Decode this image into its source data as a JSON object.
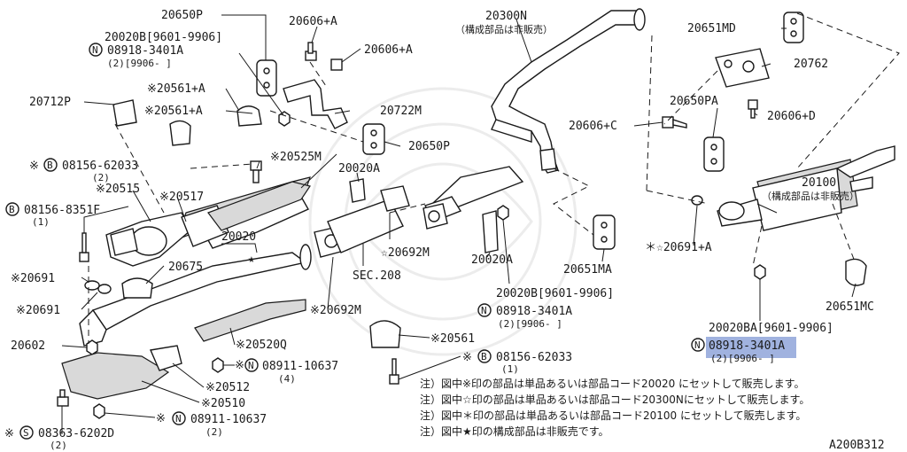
{
  "labels": {
    "l20650P_top": "20650P",
    "l20606A_1": "20606+A",
    "l20606A_2": "20606+A",
    "l20300N": "20300N",
    "l20300N_note": "（構成部品は非販売）",
    "l20651MD": "20651MD",
    "l20020B_date": "20020B[9601-9906]",
    "l08918_3401A": "08918-3401A",
    "l08918_3401A_sub": "(2)[9906-    ]",
    "l20762": "20762",
    "l20561A_1": "※20561+A",
    "l20561A_2": "※20561+A",
    "l20712P": "20712P",
    "l20722M": "20722M",
    "l20650PA": "20650PA",
    "l20606C": "20606+C",
    "l20606D": "20606+D",
    "l20650P_right": "20650P",
    "l08156_62033": "08156-62033",
    "l08156_62033_sub": "(2)",
    "l20525M": "※20525M",
    "l20020A_top": "20020A",
    "l20100": "20100",
    "l20100_note": "（構成部品は非販売）",
    "l20515": "※20515",
    "l20517": "※20517",
    "l08156_8351F": "08156-8351F",
    "l08156_8351F_sub": "(1)",
    "l20020": "20020",
    "l20692M_1": "☆20692M",
    "l20691A": "＊☆20691+A",
    "l20675": "20675",
    "l20020A_mid": "20020A",
    "l20651MA": "20651MA",
    "l20691_1": "※20691",
    "l20691_2": "※20691",
    "lSEC208": "SEC.208",
    "l20020B_mid": "20020B[9601-9906]",
    "l20651MC": "20651MC",
    "l20692M_2": "※20692M",
    "l08918_3401A_mid": "08918-3401A",
    "l08918_3401A_mid_sub": "(2)[9906-    ]",
    "l20020BA": "20020BA[9601-9906]",
    "l08918_3401A_hl": "08918-3401A",
    "l08918_3401A_hl_sub": "(2)[9906-    ]",
    "l20602": "20602",
    "l20520Q": "※20520Q",
    "l20561": "※20561",
    "l08911_10637_1": "08911-10637",
    "l08911_10637_1_sub": "(4)",
    "l08156_62033_b": "08156-62033",
    "l08156_62033_b_sub": "(1)",
    "l20512": "※20512",
    "l20510": "※20510",
    "l08911_10637_2": "08911-10637",
    "l08911_10637_2_sub": "(2)",
    "l08363_6202D": "08363-6202D",
    "l08363_6202D_sub": "(2)"
  },
  "notes": [
    "注）図中※印の部品は単品あるいは部品コード20020 にセットして販売します。",
    "注）図中☆印の部品は単品あるいは部品コード20300Nにセットして販売します。",
    "注）図中＊印の部品は単品あるいは部品コード20100 にセットして販売します。",
    "注）図中★印の構成部品は非販売です。"
  ],
  "symbols": {
    "star_black": "★",
    "circle_N": "N",
    "circle_B": "B",
    "circle_S": "S"
  },
  "diagram_code": "A200B312",
  "highlight_color": "#8fa4d9"
}
